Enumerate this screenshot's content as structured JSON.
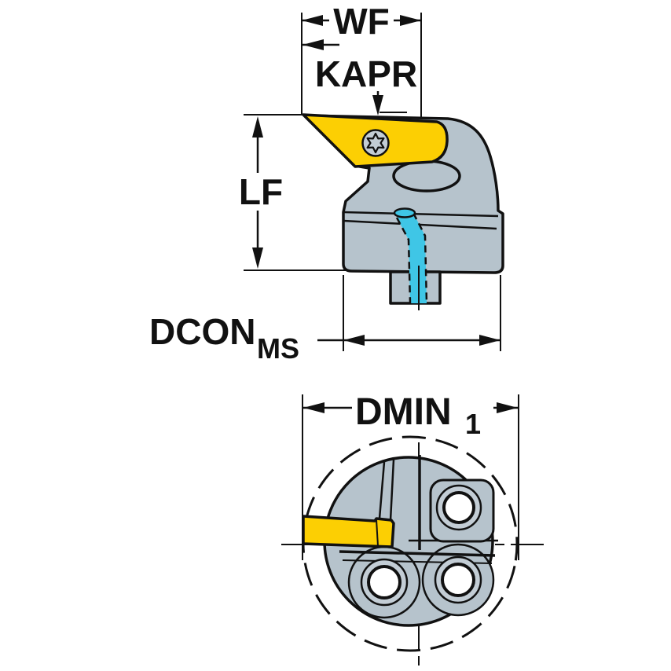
{
  "diagram": {
    "type": "technical-drawing-cutting-tool-head",
    "views": {
      "side_view": "tool head with insert, side profile",
      "end_view": "tool head end face, circular"
    },
    "dimensions": {
      "wf": {
        "label": "WF"
      },
      "kapr": {
        "label": "KAPR"
      },
      "lf": {
        "label": "LF"
      },
      "dcon": {
        "label": "DCON",
        "subscript": "MS"
      },
      "dmin": {
        "label": "DMIN",
        "subscript": "1"
      }
    }
  },
  "colors": {
    "background": "#ffffff",
    "body": "#b6c3cc",
    "body_light": "#c3cdd5",
    "insert_yellow": "#fccf03",
    "coolant_cyan": "#3fc6e6",
    "outline": "#111111"
  }
}
